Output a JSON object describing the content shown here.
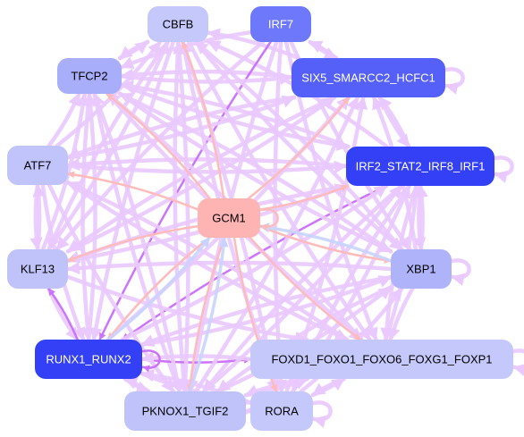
{
  "nodes": [
    {
      "id": "CBFB",
      "label": "CBFB",
      "fill": "#c5c8fa",
      "text": "#000000"
    },
    {
      "id": "IRF7",
      "label": "IRF7",
      "fill": "#6e78fb",
      "text": "#ffffff"
    },
    {
      "id": "TFCP2",
      "label": "TFCP2",
      "fill": "#a9aefa",
      "text": "#000000"
    },
    {
      "id": "SIX5",
      "label": "SIX5_SMARCC2_HCFC1",
      "fill": "#5560f8",
      "text": "#ffffff"
    },
    {
      "id": "ATF7",
      "label": "ATF7",
      "fill": "#c0c4fa",
      "text": "#000000"
    },
    {
      "id": "IRF2",
      "label": "IRF2_STAT2_IRF8_IRF1",
      "fill": "#3340f6",
      "text": "#ffffff"
    },
    {
      "id": "GCM1",
      "label": "GCM1",
      "fill": "#ffb4b4",
      "text": "#000000"
    },
    {
      "id": "KLF13",
      "label": "KLF13",
      "fill": "#bfc3fa",
      "text": "#000000"
    },
    {
      "id": "XBP1",
      "label": "XBP1",
      "fill": "#aeb3fa",
      "text": "#000000"
    },
    {
      "id": "RUNX",
      "label": "RUNX1_RUNX2",
      "fill": "#3340f6",
      "text": "#ffffff"
    },
    {
      "id": "FOXD1",
      "label": "FOXD1_FOXO1_FOXO6_FOXG1_FOXP1",
      "fill": "#c5c8fa",
      "text": "#000000"
    },
    {
      "id": "PKNOX1",
      "label": "PKNOX1_TGIF2",
      "fill": "#bfc3fa",
      "text": "#000000"
    },
    {
      "id": "RORA",
      "label": "RORA",
      "fill": "#c5c8fa",
      "text": "#000000"
    }
  ],
  "edge_colors": {
    "default": "#e9c9ff",
    "strong": "#cc73ff",
    "gcm": "#ffbaba",
    "to_gcm": "#c8d4ff"
  },
  "edges": [
    {
      "from": "TFCP2",
      "to": "CBFB",
      "kind": "default"
    },
    {
      "from": "CBFB",
      "to": "TFCP2",
      "kind": "default"
    },
    {
      "from": "SIX5",
      "to": "CBFB",
      "kind": "default"
    },
    {
      "from": "SIX5",
      "to": "TFCP2",
      "kind": "default"
    },
    {
      "from": "SIX5",
      "to": "IRF7",
      "kind": "default"
    },
    {
      "from": "IRF7",
      "to": "SIX5",
      "kind": "default"
    },
    {
      "from": "SIX5",
      "to": "ATF7",
      "kind": "default"
    },
    {
      "from": "SIX5",
      "to": "KLF13",
      "kind": "default"
    },
    {
      "from": "SIX5",
      "to": "IRF2",
      "kind": "default"
    },
    {
      "from": "IRF2",
      "to": "SIX5",
      "kind": "default"
    },
    {
      "from": "IRF2",
      "to": "ATF7",
      "kind": "default"
    },
    {
      "from": "IRF2",
      "to": "TFCP2",
      "kind": "default"
    },
    {
      "from": "IRF2",
      "to": "CBFB",
      "kind": "default"
    },
    {
      "from": "IRF2",
      "to": "KLF13",
      "kind": "default"
    },
    {
      "from": "IRF2",
      "to": "XBP1",
      "kind": "default"
    },
    {
      "from": "XBP1",
      "to": "IRF2",
      "kind": "default"
    },
    {
      "from": "IRF2",
      "to": "RUNX",
      "kind": "strong"
    },
    {
      "from": "IRF2",
      "to": "FOXD1",
      "kind": "default"
    },
    {
      "from": "IRF2",
      "to": "PKNOX1",
      "kind": "default"
    },
    {
      "from": "IRF2",
      "to": "RORA",
      "kind": "default"
    },
    {
      "from": "IRF7",
      "to": "RUNX",
      "kind": "strong"
    },
    {
      "from": "IRF7",
      "to": "FOXD1",
      "kind": "default"
    },
    {
      "from": "IRF7",
      "to": "PKNOX1",
      "kind": "default"
    },
    {
      "from": "IRF7",
      "to": "KLF13",
      "kind": "default"
    },
    {
      "from": "IRF7",
      "to": "TFCP2",
      "kind": "default"
    },
    {
      "from": "IRF7",
      "to": "RORA",
      "kind": "default"
    },
    {
      "from": "IRF7",
      "to": "XBP1",
      "kind": "default"
    },
    {
      "from": "CBFB",
      "to": "RUNX",
      "kind": "default"
    },
    {
      "from": "CBFB",
      "to": "FOXD1",
      "kind": "default"
    },
    {
      "from": "CBFB",
      "to": "PKNOX1",
      "kind": "default"
    },
    {
      "from": "CBFB",
      "to": "XBP1",
      "kind": "default"
    },
    {
      "from": "CBFB",
      "to": "RORA",
      "kind": "default"
    },
    {
      "from": "CBFB",
      "to": "KLF13",
      "kind": "default"
    },
    {
      "from": "TFCP2",
      "to": "RUNX",
      "kind": "default"
    },
    {
      "from": "TFCP2",
      "to": "FOXD1",
      "kind": "default"
    },
    {
      "from": "TFCP2",
      "to": "PKNOX1",
      "kind": "default"
    },
    {
      "from": "TFCP2",
      "to": "XBP1",
      "kind": "default"
    },
    {
      "from": "TFCP2",
      "to": "SIX5",
      "kind": "default"
    },
    {
      "from": "TFCP2",
      "to": "IRF2",
      "kind": "default"
    },
    {
      "from": "ATF7",
      "to": "SIX5",
      "kind": "default"
    },
    {
      "from": "ATF7",
      "to": "IRF2",
      "kind": "default"
    },
    {
      "from": "ATF7",
      "to": "KLF13",
      "kind": "default"
    },
    {
      "from": "ATF7",
      "to": "RUNX",
      "kind": "default"
    },
    {
      "from": "ATF7",
      "to": "FOXD1",
      "kind": "default"
    },
    {
      "from": "ATF7",
      "to": "PKNOX1",
      "kind": "default"
    },
    {
      "from": "ATF7",
      "to": "CBFB",
      "kind": "default"
    },
    {
      "from": "ATF7",
      "to": "TFCP2",
      "kind": "default"
    },
    {
      "from": "KLF13",
      "to": "TFCP2",
      "kind": "default"
    },
    {
      "from": "KLF13",
      "to": "CBFB",
      "kind": "default"
    },
    {
      "from": "KLF13",
      "to": "SIX5",
      "kind": "default"
    },
    {
      "from": "KLF13",
      "to": "IRF2",
      "kind": "default"
    },
    {
      "from": "KLF13",
      "to": "FOXD1",
      "kind": "default"
    },
    {
      "from": "KLF13",
      "to": "RUNX",
      "kind": "default"
    },
    {
      "from": "KLF13",
      "to": "ATF7",
      "kind": "default"
    },
    {
      "from": "RUNX",
      "to": "KLF13",
      "kind": "strong"
    },
    {
      "from": "RUNX",
      "to": "FOXD1",
      "kind": "strong"
    },
    {
      "from": "RUNX",
      "to": "PKNOX1",
      "kind": "default"
    },
    {
      "from": "RUNX",
      "to": "RORA",
      "kind": "default"
    },
    {
      "from": "RUNX",
      "to": "TFCP2",
      "kind": "default"
    },
    {
      "from": "RUNX",
      "to": "SIX5",
      "kind": "default"
    },
    {
      "from": "RUNX",
      "to": "IRF2",
      "kind": "default"
    },
    {
      "from": "RUNX",
      "to": "XBP1",
      "kind": "default"
    },
    {
      "from": "XBP1",
      "to": "FOXD1",
      "kind": "default"
    },
    {
      "from": "XBP1",
      "to": "RUNX",
      "kind": "default"
    },
    {
      "from": "XBP1",
      "to": "PKNOX1",
      "kind": "default"
    },
    {
      "from": "XBP1",
      "to": "SIX5",
      "kind": "default"
    },
    {
      "from": "XBP1",
      "to": "CBFB",
      "kind": "default"
    },
    {
      "from": "XBP1",
      "to": "TFCP2",
      "kind": "default"
    },
    {
      "from": "XBP1",
      "to": "KLF13",
      "kind": "default"
    },
    {
      "from": "FOXD1",
      "to": "TFCP2",
      "kind": "default"
    },
    {
      "from": "FOXD1",
      "to": "IRF2",
      "kind": "default"
    },
    {
      "from": "FOXD1",
      "to": "PKNOX1",
      "kind": "default"
    },
    {
      "from": "FOXD1",
      "to": "RORA",
      "kind": "default"
    },
    {
      "from": "FOXD1",
      "to": "ATF7",
      "kind": "default"
    },
    {
      "from": "FOXD1",
      "to": "RUNX",
      "kind": "default"
    },
    {
      "from": "PKNOX1",
      "to": "FOXD1",
      "kind": "default"
    },
    {
      "from": "PKNOX1",
      "to": "TFCP2",
      "kind": "default"
    },
    {
      "from": "PKNOX1",
      "to": "SIX5",
      "kind": "default"
    },
    {
      "from": "PKNOX1",
      "to": "IRF2",
      "kind": "default"
    },
    {
      "from": "PKNOX1",
      "to": "CBFB",
      "kind": "default"
    },
    {
      "from": "PKNOX1",
      "to": "RORA",
      "kind": "default"
    },
    {
      "from": "PKNOX1",
      "to": "XBP1",
      "kind": "default"
    },
    {
      "from": "PKNOX1",
      "to": "RUNX",
      "kind": "default"
    },
    {
      "from": "RORA",
      "to": "FOXD1",
      "kind": "default"
    },
    {
      "from": "RORA",
      "to": "SIX5",
      "kind": "default"
    },
    {
      "from": "RORA",
      "to": "IRF2",
      "kind": "default"
    },
    {
      "from": "RORA",
      "to": "RUNX",
      "kind": "default"
    },
    {
      "from": "RORA",
      "to": "CBFB",
      "kind": "default"
    },
    {
      "from": "RORA",
      "to": "XBP1",
      "kind": "default"
    },
    {
      "from": "RORA",
      "to": "PKNOX1",
      "kind": "default"
    },
    {
      "from": "GCM1",
      "to": "CBFB",
      "kind": "gcm"
    },
    {
      "from": "GCM1",
      "to": "TFCP2",
      "kind": "gcm"
    },
    {
      "from": "GCM1",
      "to": "ATF7",
      "kind": "gcm"
    },
    {
      "from": "GCM1",
      "to": "KLF13",
      "kind": "gcm"
    },
    {
      "from": "GCM1",
      "to": "SIX5",
      "kind": "gcm"
    },
    {
      "from": "GCM1",
      "to": "IRF2",
      "kind": "gcm"
    },
    {
      "from": "GCM1",
      "to": "XBP1",
      "kind": "gcm"
    },
    {
      "from": "GCM1",
      "to": "FOXD1",
      "kind": "gcm"
    },
    {
      "from": "GCM1",
      "to": "RUNX",
      "kind": "gcm"
    },
    {
      "from": "GCM1",
      "to": "PKNOX1",
      "kind": "gcm"
    },
    {
      "from": "GCM1",
      "to": "RORA",
      "kind": "gcm"
    },
    {
      "from": "XBP1",
      "to": "GCM1",
      "kind": "to_gcm"
    },
    {
      "from": "PKNOX1",
      "to": "GCM1",
      "kind": "to_gcm"
    },
    {
      "from": "RUNX",
      "to": "GCM1",
      "kind": "to_gcm"
    },
    {
      "from": "SIX5",
      "to": "SIX5",
      "kind": "default"
    },
    {
      "from": "IRF2",
      "to": "IRF2",
      "kind": "default"
    },
    {
      "from": "XBP1",
      "to": "XBP1",
      "kind": "default"
    },
    {
      "from": "FOXD1",
      "to": "FOXD1",
      "kind": "default"
    },
    {
      "from": "RORA",
      "to": "RORA",
      "kind": "default"
    },
    {
      "from": "RUNX",
      "to": "RUNX",
      "kind": "strong"
    },
    {
      "from": "GCM1",
      "to": "GCM1",
      "kind": "gcm"
    }
  ]
}
